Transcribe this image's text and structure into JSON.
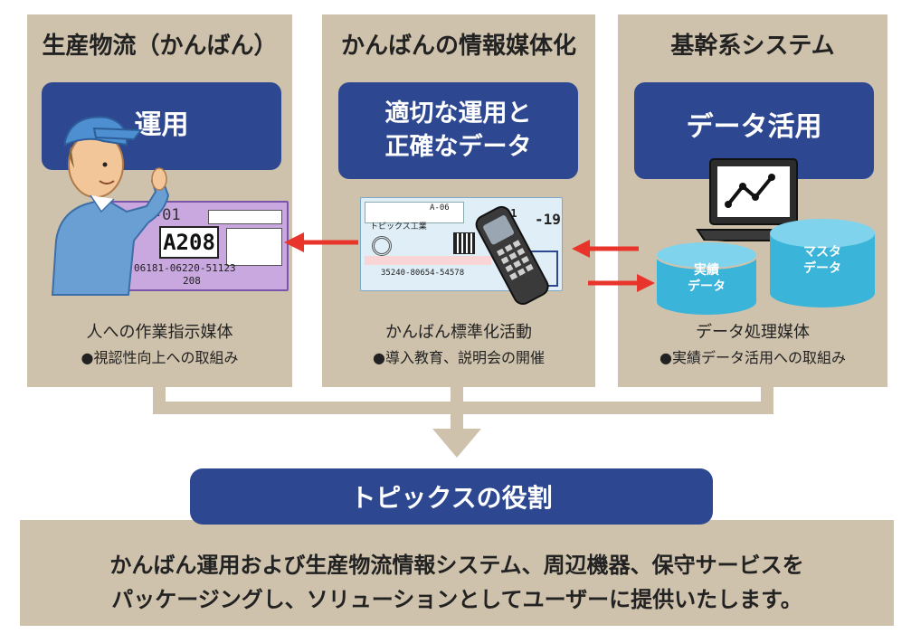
{
  "panels": [
    {
      "title": "生産物流（かんばん）",
      "box": "運用",
      "caption": "人への作業指示媒体",
      "note": "●視認性向上への取組み"
    },
    {
      "title": "かんばんの情報媒体化",
      "box_line1": "適切な運用と",
      "box_line2": "正確なデータ",
      "caption": "かんばん標準化活動",
      "note": "●導入教育、説明会の開催"
    },
    {
      "title": "基幹系システム",
      "box": "データ活用",
      "caption": "データ処理媒体",
      "note": "●実績データ活用への取組み"
    }
  ],
  "kanban_left": {
    "code_top": "A-08-01",
    "big": "A208",
    "number": "06181-06220-51123",
    "code_small": "208"
  },
  "kanban_mid": {
    "company": "トピックス工業",
    "code": "A-06",
    "part_no": "35240-80654-54578",
    "code_right": "01",
    "code_right2": "-19"
  },
  "cylinders": {
    "actual_line1": "実績",
    "actual_line2": "データ",
    "master_line1": "マスタ",
    "master_line2": "データ"
  },
  "role_title": "トピックスの役割",
  "summary": {
    "line1": "かんばん運用および生産物流情報システム、周辺機器、保守サービスを",
    "line2": "パッケージングし、ソリューションとしてユーザーに提供いたします。"
  },
  "colors": {
    "panel": "#cfc2ac",
    "blue": "#2d4791",
    "arrow_red": "#e8342a",
    "connector": "#cfc2ac",
    "cyan": "#3ab4d8"
  }
}
